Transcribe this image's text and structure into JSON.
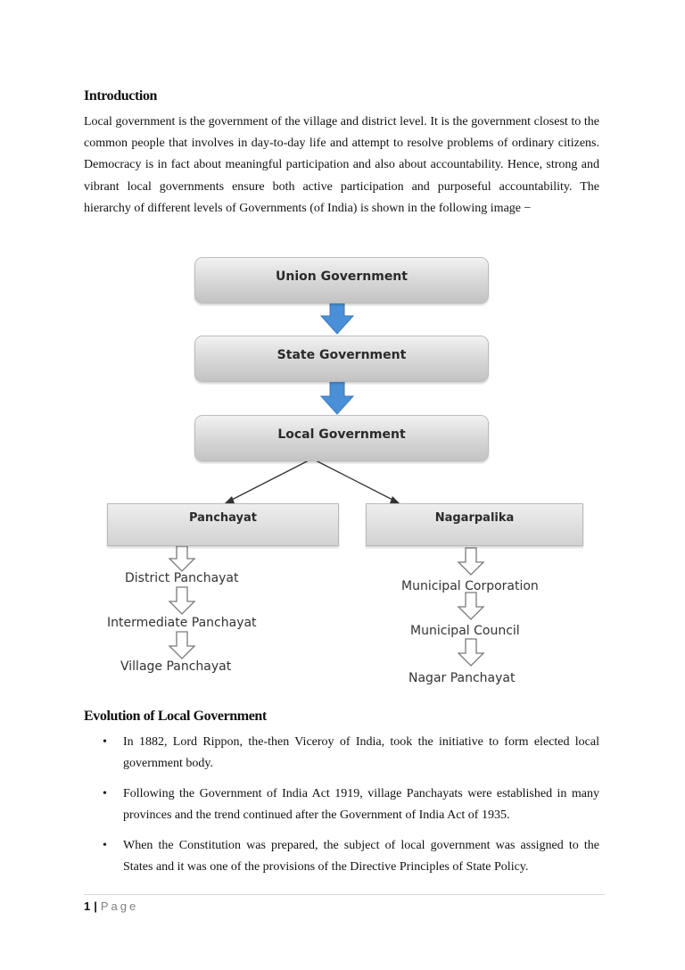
{
  "introduction": {
    "heading": "Introduction",
    "paragraph": "Local government is the government of the village and district level. It is the government closest to the common people that involves in day-to-day life and attempt to resolve problems of ordinary citizens. Democracy is in fact about meaningful participation and also about accountability. Hence, strong and vibrant local governments ensure both active participation and purposeful accountability. The hierarchy of different levels of Governments (of India) is shown in the following image −"
  },
  "diagram": {
    "levels": [
      "Union Government",
      "State Government",
      "Local Government"
    ],
    "branches": {
      "left": {
        "title": "Panchayat",
        "items": [
          "District Panchayat",
          "Intermediate Panchayat",
          "Village Panchayat"
        ]
      },
      "right": {
        "title": "Nagarpalika",
        "items": [
          "Municipal Corporation",
          "Municipal Council",
          "Nagar Panchayat"
        ]
      }
    },
    "colors": {
      "arrow_blue": "#4a90d9",
      "outline_arrow": "#7a7a7a",
      "box_gray": "#d3d3d3"
    }
  },
  "evolution": {
    "heading": "Evolution of Local Government",
    "bullets": [
      "In 1882, Lord Rippon, the-then Viceroy of India, took the initiative to form elected local government body.",
      "Following the Government of India Act 1919, village Panchayats were established in many provinces and the trend continued after the Government of India Act of 1935.",
      "When the Constitution was prepared, the subject of local government was assigned to the States and it was one of the provisions of the Directive Principles of State Policy."
    ]
  },
  "footer": {
    "page_number": "1",
    "separator": "|",
    "page_word": "Page"
  }
}
